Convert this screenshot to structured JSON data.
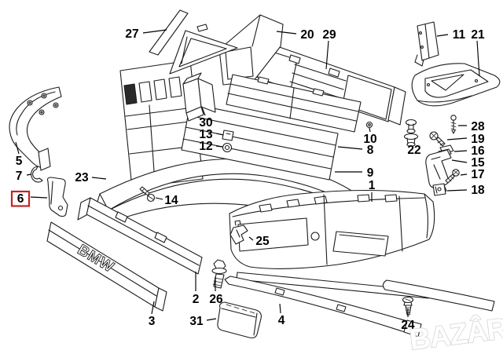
{
  "diagram": {
    "kind": "exploded-parts-diagram",
    "background": "#ffffff",
    "line_color": "#1c1c1c",
    "label_color": "#000000",
    "highlight_box_color": "#c22521",
    "highlighted_part": "6",
    "embossed_text": "BMW",
    "watermark": {
      "text": "BAZÂR",
      "fill": "#ffffff",
      "outline": "#d4d4d4"
    },
    "parts": [
      {
        "num": "1",
        "name": "bumper-cover"
      },
      {
        "num": "2",
        "name": "impact-strip-right"
      },
      {
        "num": "3",
        "name": "impact-strip-bmw"
      },
      {
        "num": "4",
        "name": "lower-trim-strip"
      },
      {
        "num": "5",
        "name": "corner-moulding"
      },
      {
        "num": "6",
        "name": "holder-bracket"
      },
      {
        "num": "7",
        "name": "clamp-clip"
      },
      {
        "num": "8",
        "name": "centre-grille"
      },
      {
        "num": "9",
        "name": "lower-centre-grille"
      },
      {
        "num": "10",
        "name": "grommet"
      },
      {
        "num": "11",
        "name": "support-bracket"
      },
      {
        "num": "12",
        "name": "nut"
      },
      {
        "num": "13",
        "name": "clip"
      },
      {
        "num": "14",
        "name": "screw"
      },
      {
        "num": "15",
        "name": "corner-bracket"
      },
      {
        "num": "16",
        "name": "clip-nut"
      },
      {
        "num": "17",
        "name": "screw"
      },
      {
        "num": "18",
        "name": "clip"
      },
      {
        "num": "19",
        "name": "screw"
      },
      {
        "num": "20",
        "name": "air-duct"
      },
      {
        "num": "21",
        "name": "corner-spoiler"
      },
      {
        "num": "22",
        "name": "expanding-rivet"
      },
      {
        "num": "23",
        "name": "bumper-carrier"
      },
      {
        "num": "24",
        "name": "plastic-rivet"
      },
      {
        "num": "25",
        "name": "side-bracket"
      },
      {
        "num": "26",
        "name": "bolt"
      },
      {
        "num": "27",
        "name": "triangle-bracket"
      },
      {
        "num": "28",
        "name": "screw"
      },
      {
        "num": "29",
        "name": "mesh-grille"
      },
      {
        "num": "30",
        "name": "duct-bracket"
      },
      {
        "num": "31",
        "name": "fog-lamp-cover"
      }
    ]
  }
}
